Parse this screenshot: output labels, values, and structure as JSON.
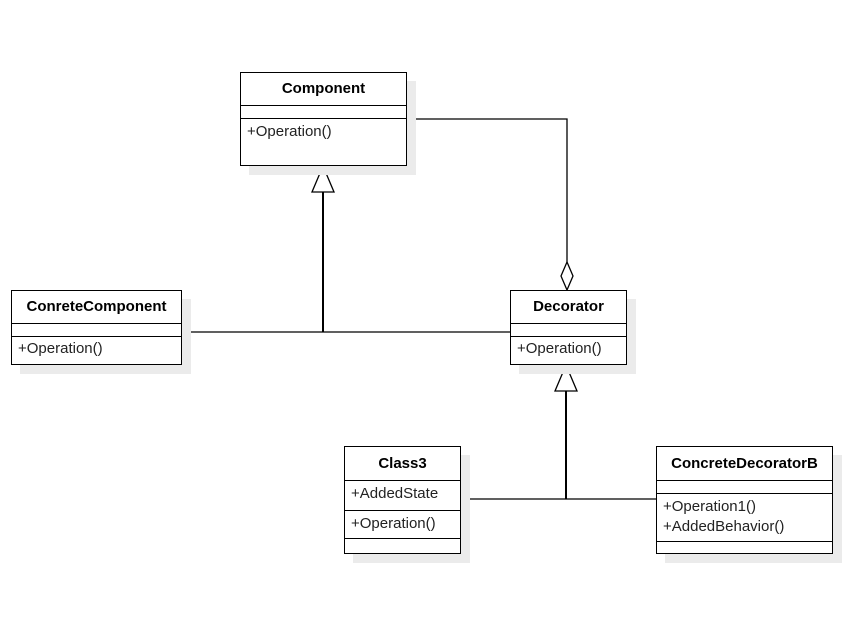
{
  "diagram": {
    "classes": [
      {
        "id": "component",
        "name": "Component",
        "attributes": [],
        "operations": [
          "+Operation()"
        ]
      },
      {
        "id": "conrete-component",
        "name": "ConreteComponent",
        "attributes": [],
        "operations": [
          "+Operation()"
        ]
      },
      {
        "id": "decorator",
        "name": "Decorator",
        "attributes": [],
        "operations": [
          "+Operation()"
        ]
      },
      {
        "id": "class3",
        "name": "Class3",
        "attributes": [
          "+AddedState"
        ],
        "operations": [
          "+Operation()"
        ]
      },
      {
        "id": "concrete-decorator-b",
        "name": "ConcreteDecoratorB",
        "attributes": [],
        "operations": [
          "+Operation1()",
          "+AddedBehavior()"
        ]
      }
    ],
    "relationships": [
      {
        "type": "generalization",
        "from": "conrete-component",
        "to": "component"
      },
      {
        "type": "generalization",
        "from": "decorator",
        "to": "component"
      },
      {
        "type": "aggregation",
        "whole": "decorator",
        "part": "component"
      },
      {
        "type": "generalization",
        "from": "class3",
        "to": "decorator"
      },
      {
        "type": "generalization",
        "from": "concrete-decorator-b",
        "to": "decorator"
      }
    ]
  }
}
